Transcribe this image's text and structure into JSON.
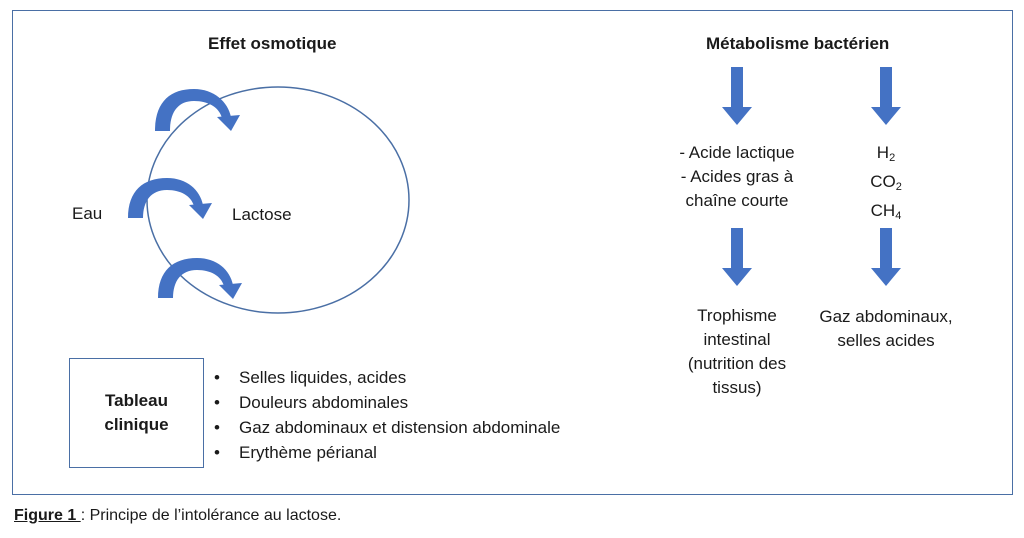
{
  "left": {
    "title": "Effet osmotique",
    "water_label": "Eau",
    "lactose_label": "Lactose"
  },
  "right": {
    "title": "Métabolisme bactérien",
    "acids_text": "- Acide lactique\n- Acides gras à\nchaîne courte",
    "gases": [
      {
        "base": "H",
        "sub": "2"
      },
      {
        "base": "CO",
        "sub": "2"
      },
      {
        "base": "CH",
        "sub": "4"
      }
    ],
    "trophism_text": "Trophisme\nintestinal\n(nutrition des\ntissus)",
    "gas_effect_text": "Gaz abdominaux,\nselles acides"
  },
  "clinical": {
    "box_label": "Tableau\nclinique",
    "symptoms": [
      "Selles liquides, acides",
      "Douleurs abdominales",
      "Gaz abdominaux et distension abdominale",
      "Erythème périanal"
    ]
  },
  "caption": {
    "figure_label": "Figure 1 ",
    "text": ": Principe de l’intolérance au lactose."
  },
  "colors": {
    "arrow_fill": "#4472c4",
    "circle_stroke": "#4a6fa5",
    "frame_stroke": "#4a6fa5"
  }
}
